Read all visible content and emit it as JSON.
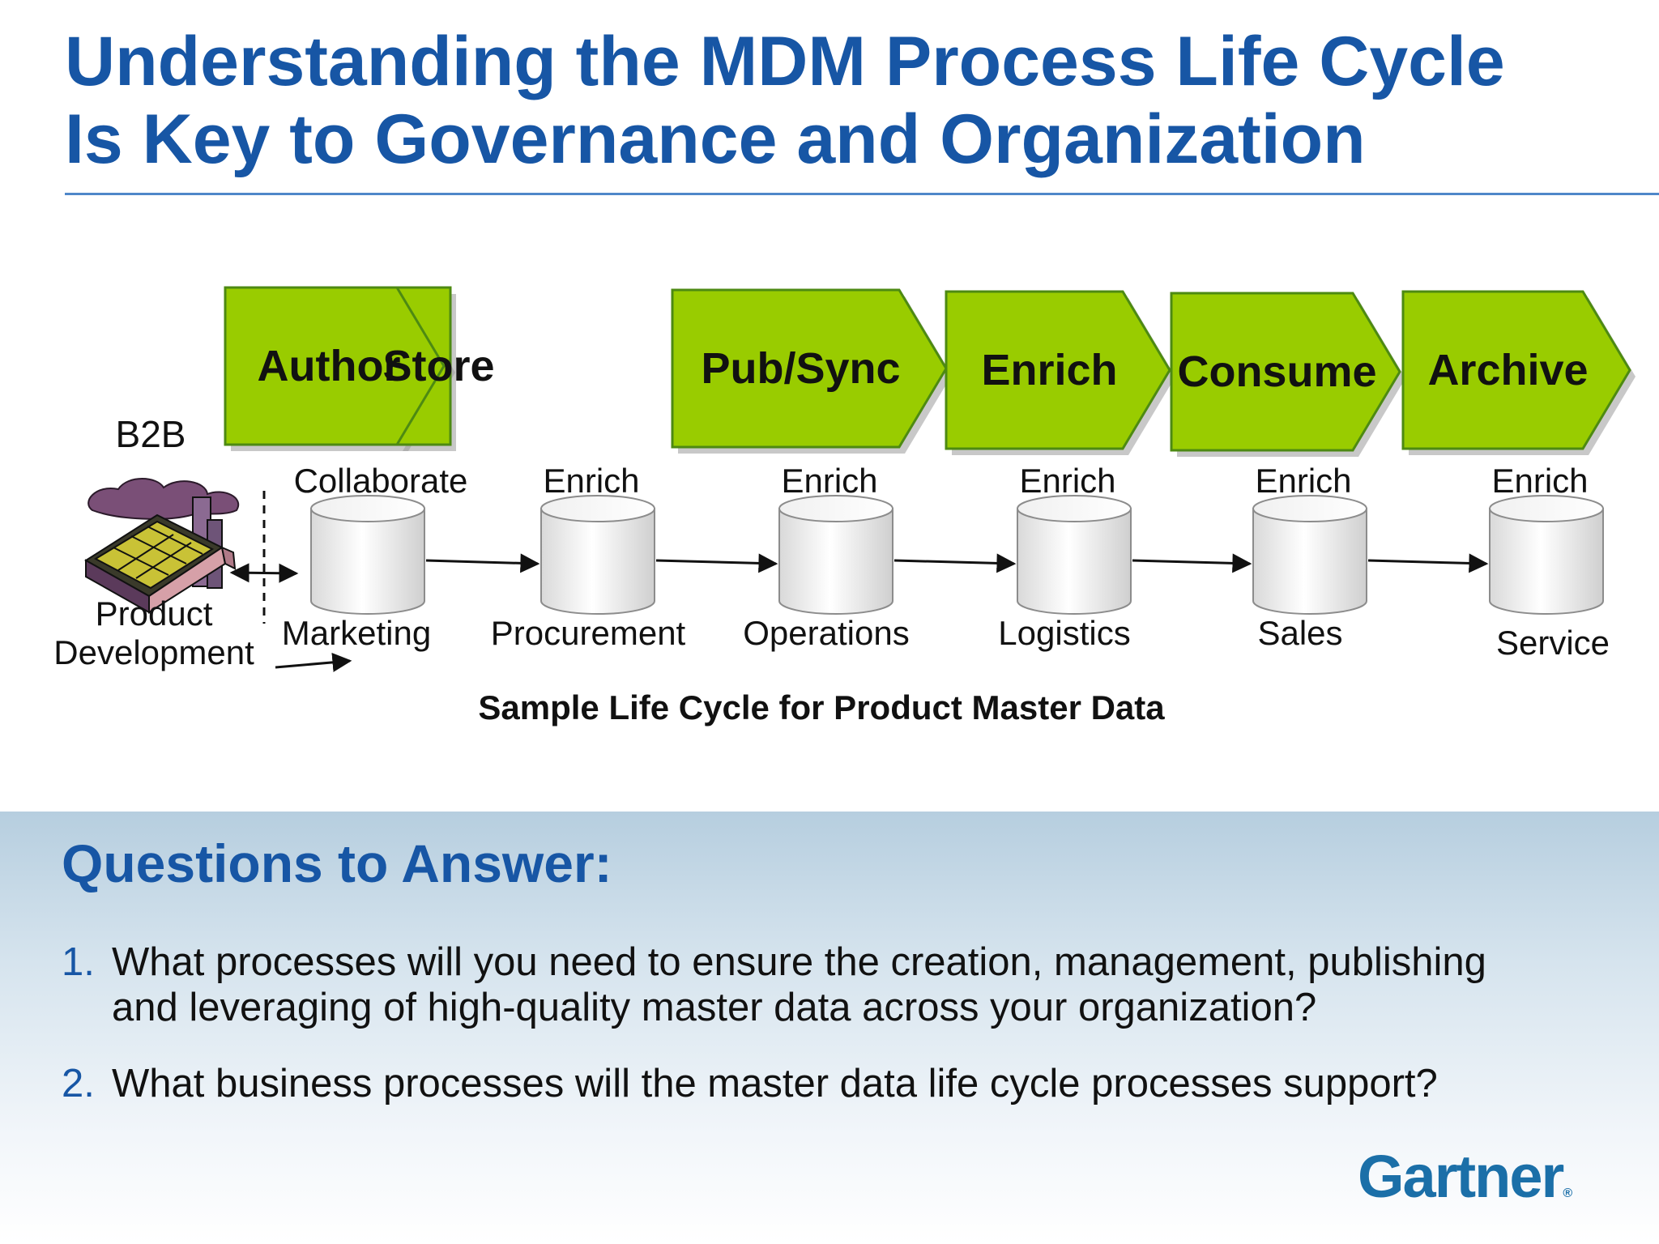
{
  "title": {
    "line1": "Understanding the MDM Process Life Cycle",
    "line2": "Is Key to Governance and Organization"
  },
  "diagram": {
    "source": {
      "top_label": "B2B",
      "bottom_label_line1": "Product",
      "bottom_label_line2": "Development",
      "icon": "factory-icon"
    },
    "stages": [
      {
        "label": "Author",
        "activity": "Collaborate",
        "department": "Marketing"
      },
      {
        "label": "Store",
        "activity": "Enrich",
        "department": "Procurement"
      },
      {
        "label": "Pub/Sync",
        "activity": "Enrich",
        "department": "Operations"
      },
      {
        "label": "Enrich",
        "activity": "Enrich",
        "department": "Logistics"
      },
      {
        "label": "Consume",
        "activity": "Enrich",
        "department": "Sales"
      },
      {
        "label": "Archive",
        "activity": "Enrich",
        "department": "Service"
      }
    ],
    "caption": "Sample Life Cycle for Product Master Data",
    "colors": {
      "chevron": "#99cc00",
      "chevron_border": "#4d8a12",
      "title": "#1756a5"
    }
  },
  "questions": {
    "heading": "Questions to Answer:",
    "items": [
      {
        "number": "1.",
        "line1": "What processes will you need to ensure the creation, management, publishing",
        "line2": "and leveraging of high-quality master data across your organization?"
      },
      {
        "number": "2.",
        "line1": "What business processes will the master data life cycle processes support?"
      }
    ]
  },
  "logo": {
    "text": "Gartner",
    "mark": "®"
  }
}
